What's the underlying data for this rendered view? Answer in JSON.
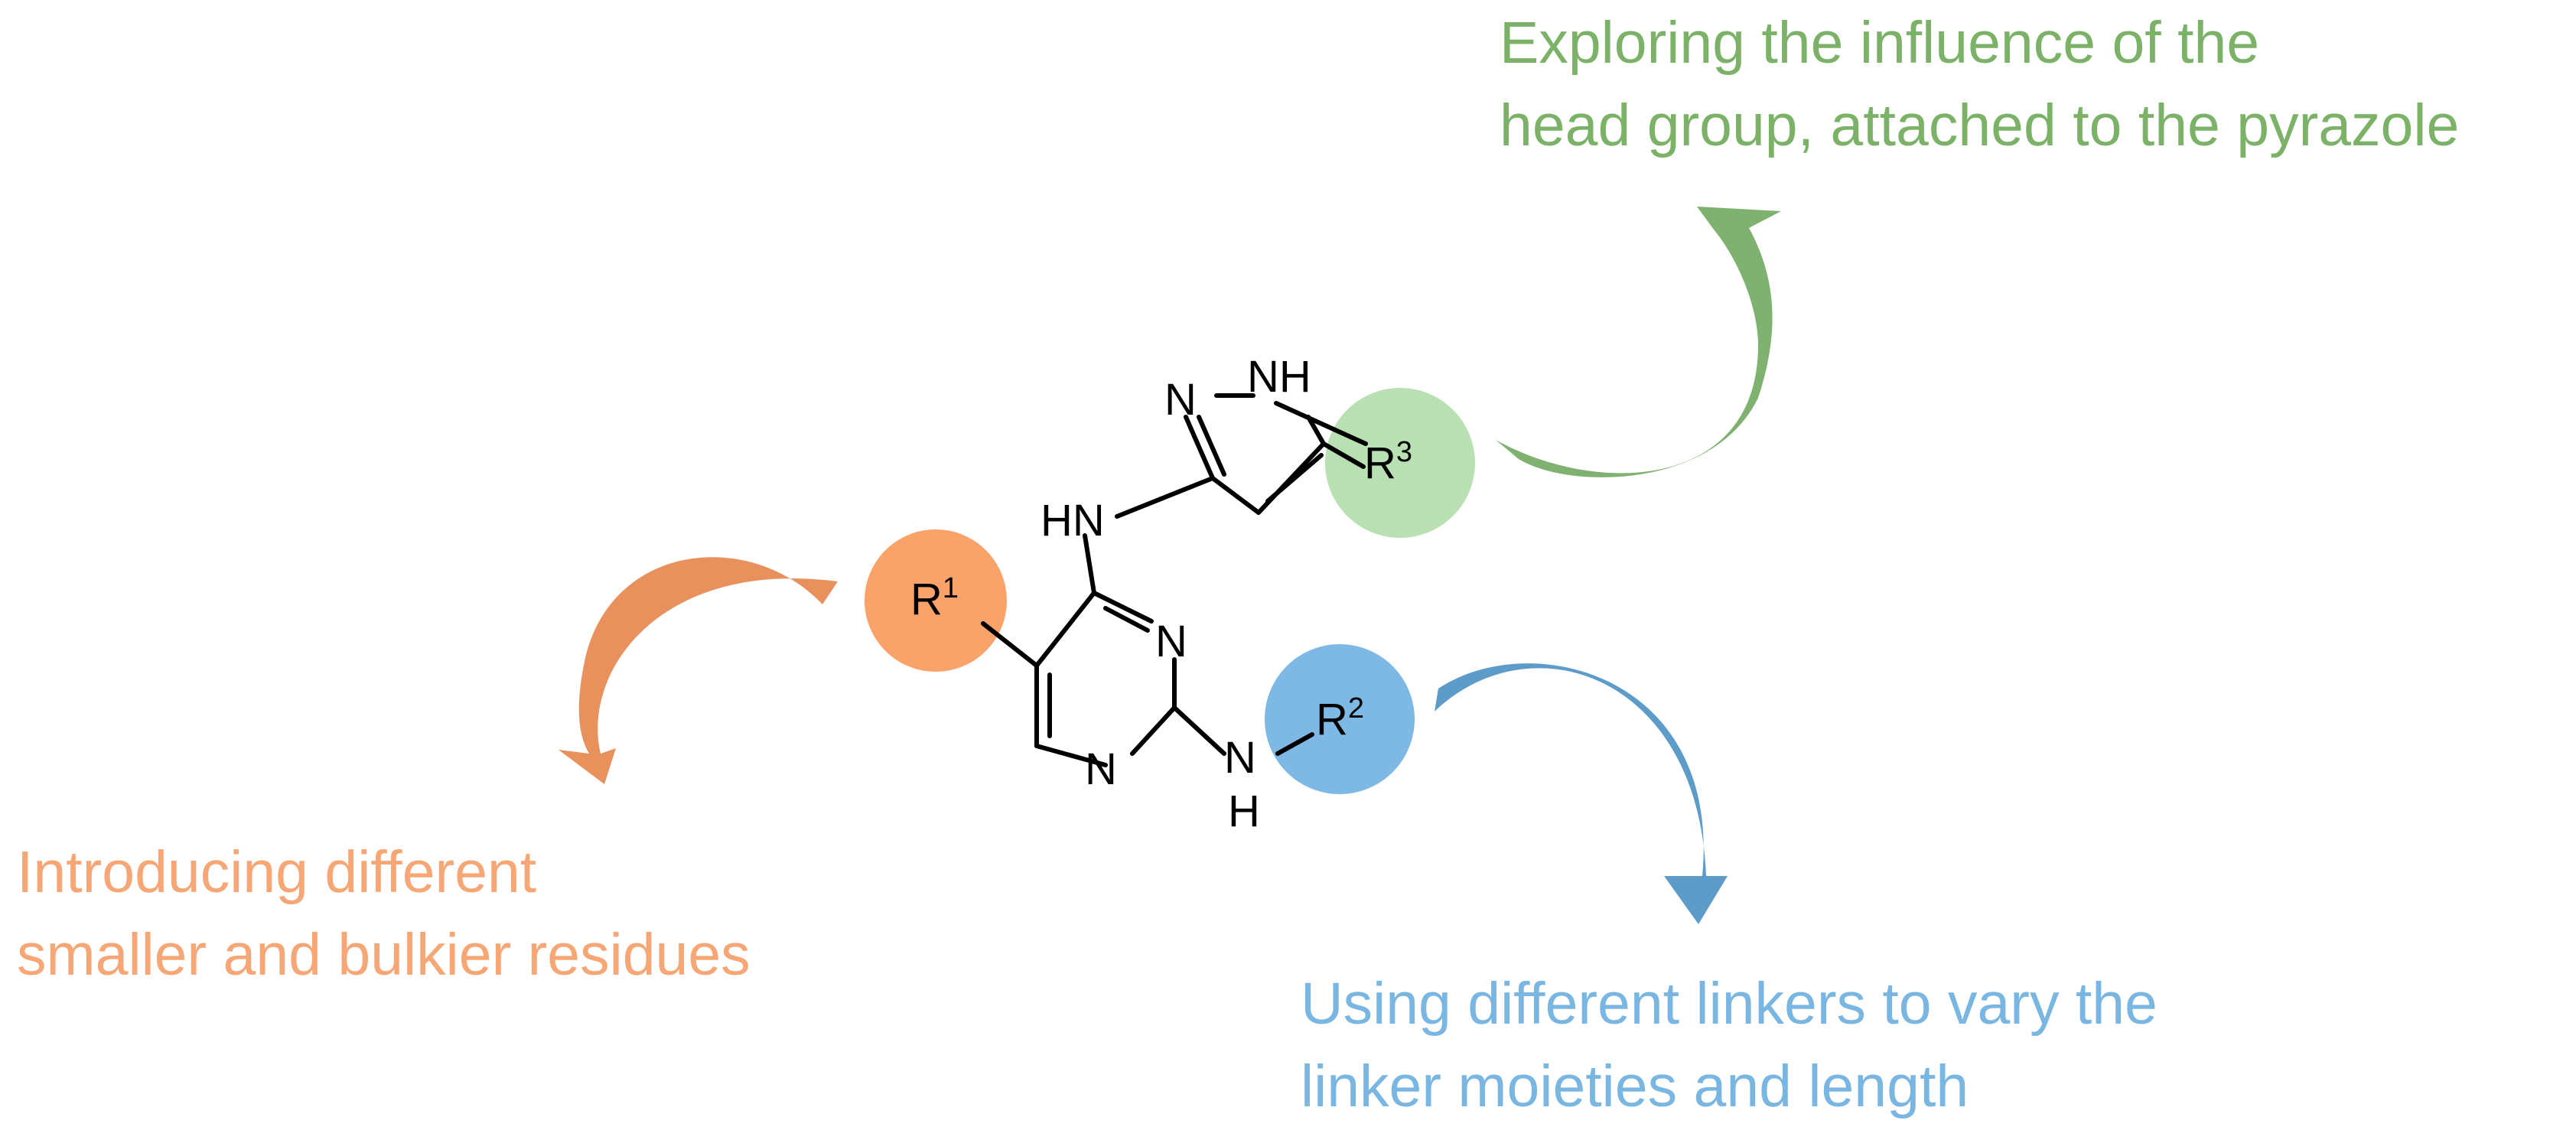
{
  "colors": {
    "r1": "#f9a36b",
    "r1_arrow": "#e8915d",
    "r2": "#7eb8e4",
    "r2_arrow": "#5d9cc9",
    "r3": "#b9e0b2",
    "r3_arrow": "#7fb170",
    "text_orange": "#f6a775",
    "text_blue": "#7ab6e2",
    "text_green": "#7bb268",
    "bond": "#000000"
  },
  "groups": {
    "r1": {
      "label": "R",
      "sup": "1"
    },
    "r2": {
      "label": "R",
      "sup": "2"
    },
    "r3": {
      "label": "R",
      "sup": "3"
    }
  },
  "atoms": {
    "pyrazole_n": "N",
    "pyrazole_nh": "NH",
    "hn_linker": "HN",
    "pyrimidine_n3": "N",
    "pyrimidine_n1": "N",
    "nh_n": "N",
    "nh_h": "H"
  },
  "captions": {
    "head_group": [
      "Exploring the influence of the",
      "head group, attached to the pyrazole"
    ],
    "residues": [
      "Introducing different",
      "smaller and bulkier residues"
    ],
    "linkers": [
      "Using different linkers to vary the",
      "linker moieties and length"
    ]
  }
}
